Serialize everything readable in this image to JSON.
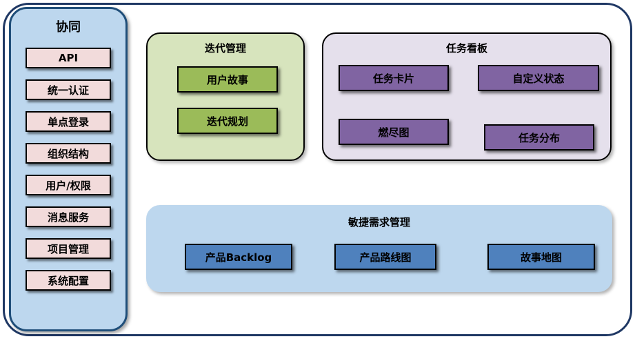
{
  "sidebar": {
    "title": "协同",
    "items": [
      "API",
      "统一认证",
      "单点登录",
      "组织结构",
      "用户/权限",
      "消息服务",
      "项目管理",
      "系统配置"
    ]
  },
  "panels": {
    "iteration": {
      "title": "迭代管理",
      "items": [
        "用户故事",
        "迭代规划"
      ]
    },
    "taskboard": {
      "title": "任务看板",
      "items": [
        "任务卡片",
        "自定义状态",
        "燃尽图",
        "任务分布"
      ]
    },
    "agile": {
      "title": "敏捷需求管理",
      "items": [
        "产品Backlog",
        "产品路线图",
        "故事地图"
      ]
    }
  },
  "colors": {
    "outer_border": "#1F3864",
    "sidebar_fill": "#BDD7EE",
    "sidebar_border": "#1F4E79",
    "sidebar_item_fill": "#F2DBDB",
    "iteration_panel_fill": "#D7E4BD",
    "iteration_item_fill": "#9BBB59",
    "taskboard_panel_fill": "#E5E0EC",
    "taskboard_item_fill": "#8064A2",
    "agile_panel_fill": "#BDD7EE",
    "agile_item_fill": "#4F81BD"
  }
}
